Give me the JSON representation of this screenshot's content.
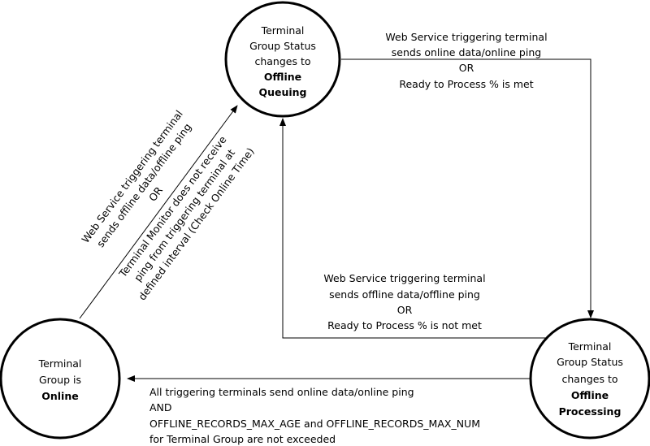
{
  "diagram": {
    "type": "state-diagram",
    "nodes": {
      "offline_queuing": {
        "lines": [
          "Terminal",
          "Group Status",
          "changes to"
        ],
        "bold_lines": [
          "Offline",
          "Queuing"
        ]
      },
      "offline_processing": {
        "lines": [
          "Terminal",
          "Group Status",
          "changes to"
        ],
        "bold_lines": [
          "Offline",
          "Processing"
        ]
      },
      "online": {
        "lines": [
          "Terminal",
          "Group is"
        ],
        "bold_lines": [
          "Online"
        ]
      }
    },
    "edges": {
      "queuing_to_processing": {
        "from": "Offline Queuing",
        "to": "Offline Processing",
        "lines": [
          "Web Service triggering terminal",
          "sends online data/online ping",
          "OR",
          "Ready to Process % is met"
        ]
      },
      "processing_to_queuing": {
        "from": "Offline Processing",
        "to": "Offline Queuing",
        "lines": [
          "Web Service triggering terminal",
          "sends offline data/offline ping",
          "OR",
          "Ready to Process % is not met"
        ]
      },
      "processing_to_online": {
        "from": "Offline Processing",
        "to": "Online",
        "lines": [
          "All triggering terminals send online data/online ping",
          "AND",
          "OFFLINE_RECORDS_MAX_AGE and OFFLINE_RECORDS_MAX_NUM",
          "for Terminal Group are not exceeded"
        ]
      },
      "online_to_queuing": {
        "from": "Online",
        "to": "Offline Queuing",
        "lines": [
          "Web Service triggering terminal",
          "sends offline data/offline ping",
          "OR",
          "Terminal Monitor does not receive",
          "ping from triggering terminal at",
          "defined interval (Check Online Time)"
        ]
      }
    }
  }
}
